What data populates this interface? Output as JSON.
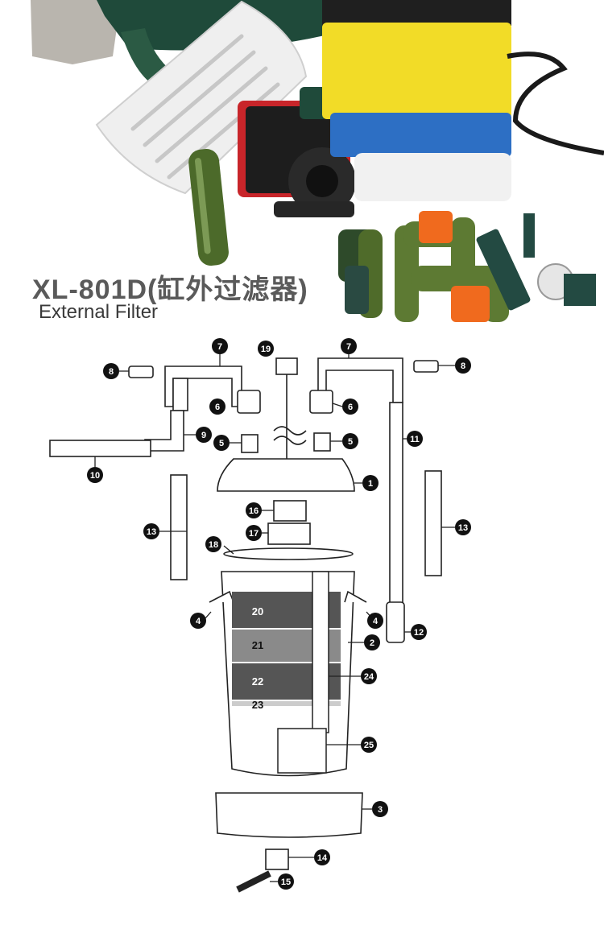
{
  "product": {
    "model_title": "XL-801D(缸外过滤器)",
    "subtitle": "External Filter"
  },
  "parts": {
    "p1": "1",
    "p2": "2",
    "p3": "3",
    "p4": "4",
    "p5": "5",
    "p6": "6",
    "p7": "7",
    "p8": "8",
    "p9": "9",
    "p10": "10",
    "p11": "11",
    "p12": "12",
    "p13": "13",
    "p14": "14",
    "p15": "15",
    "p16": "16",
    "p17": "17",
    "p18": "18",
    "p19": "19",
    "p20": "20",
    "p21": "21",
    "p22": "22",
    "p23": "23",
    "p24": "24",
    "p25": "25"
  },
  "colors": {
    "sponge_yellow": "#f2dc27",
    "sponge_blue": "#2d6fc4",
    "sponge_black": "#1f1f1f",
    "tube_green": "#4c6a2a",
    "valve_orange": "#f06a1e",
    "pump_red": "#c8252a"
  }
}
